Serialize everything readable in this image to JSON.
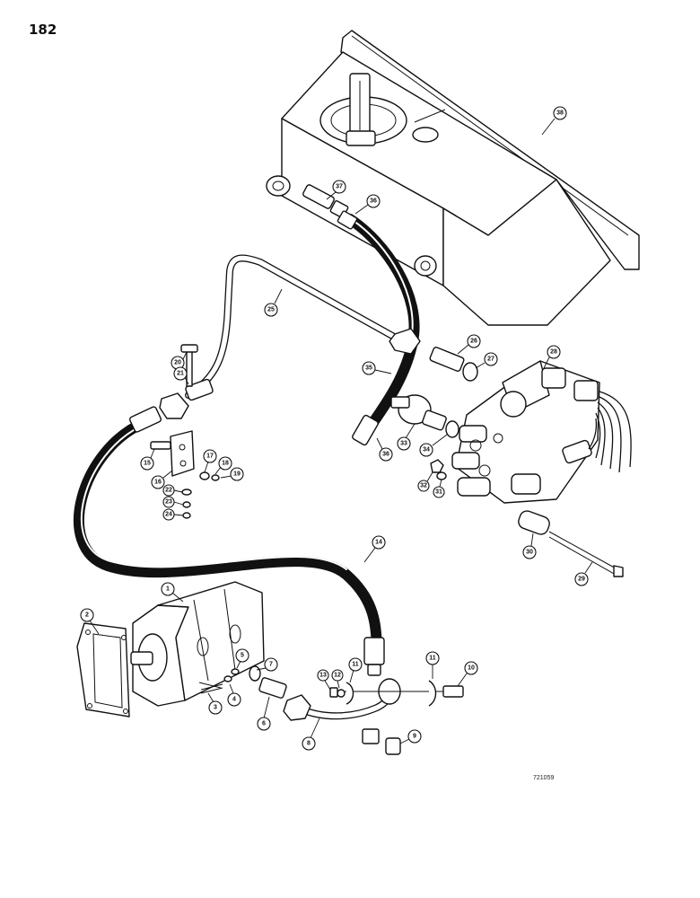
{
  "page_number": "182",
  "figure_id": "721059",
  "callouts": [
    "1",
    "2",
    "3",
    "4",
    "5",
    "6",
    "7",
    "8",
    "9",
    "10",
    "11",
    "11",
    "12",
    "13",
    "14",
    "15",
    "16",
    "17",
    "18",
    "19",
    "20",
    "21",
    "22",
    "23",
    "24",
    "25",
    "26",
    "27",
    "28",
    "29",
    "30",
    "31",
    "32",
    "33",
    "34",
    "35",
    "36",
    "36",
    "37",
    "38"
  ]
}
